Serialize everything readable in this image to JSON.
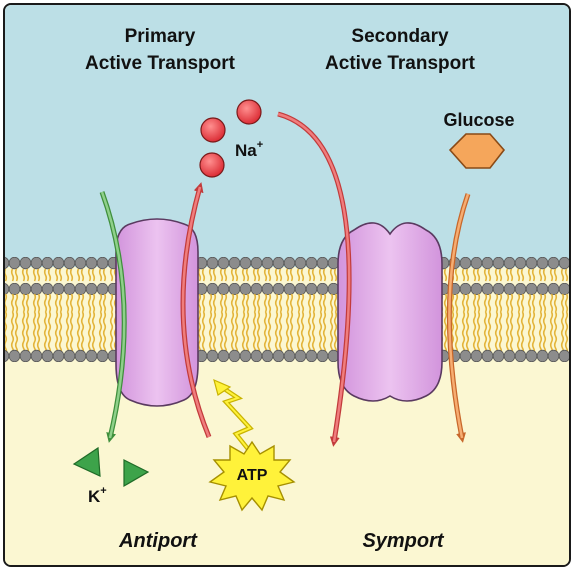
{
  "headings": {
    "primary_line1": "Primary",
    "primary_line2": "Active Transport",
    "secondary_line1": "Secondary",
    "secondary_line2": "Active Transport"
  },
  "labels": {
    "sodium": "Na",
    "sodium_charge": "+",
    "potassium": "K",
    "potassium_charge": "+",
    "glucose": "Glucose",
    "atp": "ATP"
  },
  "captions": {
    "left": "Antiport",
    "right": "Symport"
  },
  "colors": {
    "extracellular": "#bcdfe6",
    "intracellular": "#fbf7d2",
    "lipid_head": "#8c8c8c",
    "lipid_tail": "#e3b43a",
    "protein": "#e2b0e8",
    "sodium": "#e8434a",
    "potassium": "#3da34a",
    "glucose": "#f5a65b",
    "atp_burst": "#fff23a",
    "sodium_arrow": "#e35a5a",
    "potassium_arrow": "#6dbb6a",
    "glucose_arrow": "#ef8e45"
  }
}
